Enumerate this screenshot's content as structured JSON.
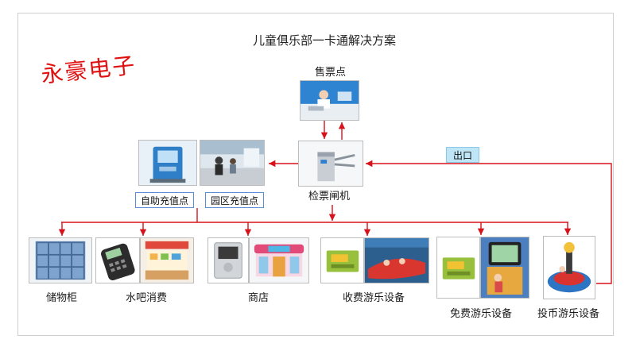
{
  "title": "儿童俱乐部一卡通解决方案",
  "brand": "永豪电子",
  "nodes": {
    "ticket_office": "售票点",
    "gate": "检票闸机",
    "self_recharge": "自助充值点",
    "park_recharge": "园区充值点",
    "locker": "储物柜",
    "water_bar": "水吧消费",
    "shop": "商店",
    "paid_games": "收费游乐设备",
    "free_games": "免费游乐设备",
    "coin_games": "投币游乐设备"
  },
  "exit_label": "出口",
  "colors": {
    "arrow": "#d8121a",
    "brand": "#e01010",
    "tag_border": "#5a8fd6",
    "exit_bg": "#bfe6f7"
  }
}
